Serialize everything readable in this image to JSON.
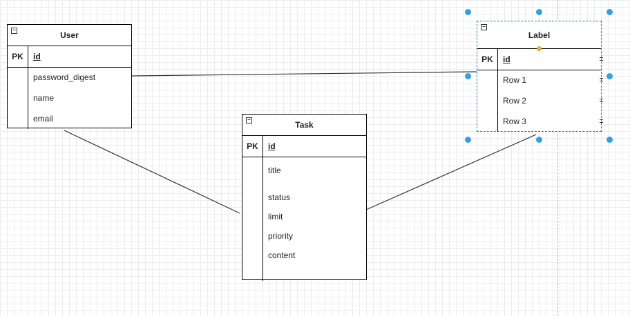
{
  "entities": {
    "user": {
      "title": "User",
      "pk_label": "PK",
      "pk_field": "id",
      "fields": [
        "password_digest",
        "name",
        "email"
      ]
    },
    "task": {
      "title": "Task",
      "pk_label": "PK",
      "pk_field": "id",
      "fields": [
        "title",
        "status",
        "limit",
        "priority",
        "content"
      ]
    },
    "label": {
      "title": "Label",
      "pk_label": "PK",
      "pk_field": "id",
      "fields": [
        "Row 1",
        "Row 2",
        "Row 3"
      ]
    }
  },
  "colors": {
    "selection_handle": "#29a3f0",
    "rotation_handle": "#f5a623",
    "selection_border": "#2a6db5",
    "grid": "#ececec"
  }
}
